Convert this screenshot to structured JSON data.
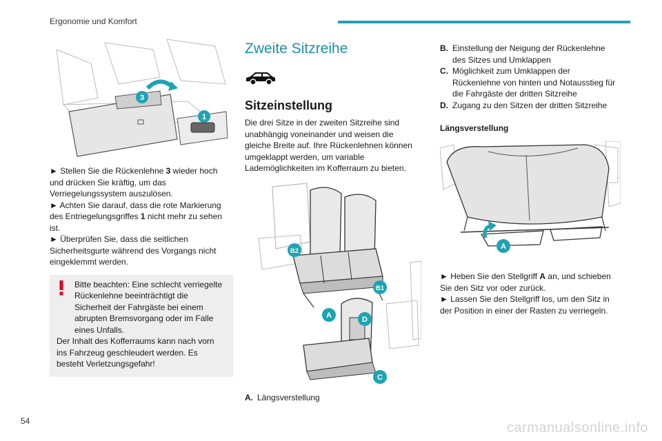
{
  "header": {
    "section": "Ergonomie und Komfort"
  },
  "page_number": "54",
  "watermark": "carmanualsonline.info",
  "left": {
    "figure_callouts": {
      "c3": "3",
      "c1": "1"
    },
    "steps": [
      {
        "prefix": "► Stellen Sie die Rückenlehne ",
        "bold": "3",
        "suffix": " wieder hoch und drücken Sie kräftig, um das Verriegelungssystem auszulösen."
      },
      {
        "prefix": "► Achten Sie darauf, dass die rote Markierung des Entriegelungsgriffes ",
        "bold": "1",
        "suffix": " nicht mehr zu sehen ist."
      },
      {
        "prefix": "► Überprüfen Sie, dass die seitlichen Sicherheitsgurte während des Vorgangs nicht eingeklemmt werden.",
        "bold": "",
        "suffix": ""
      }
    ],
    "warning": {
      "line1": "Bitte beachten: Eine schlecht verriegelte Rückenlehne beeinträchtigt die Sicherheit der Fahrgäste bei einem abrupten Bremsvorgang oder im Falle eines Unfalls.",
      "line2": "Der Inhalt des Kofferraums kann nach vorn ins Fahrzeug geschleudert werden. Es besteht Verletzungsgefahr!"
    }
  },
  "middle": {
    "section_title": "Zweite Sitzreihe",
    "sub_title": "Sitzeinstellung",
    "intro": "Die drei Sitze in der zweiten Sitzreihe sind unabhängig voneinander und weisen die gleiche Breite auf. Ihre Rückenlehnen können umgeklappt werden, um variable Lademöglichkeiten im Kofferraum zu bieten.",
    "figure_callouts": {
      "b2": "B2",
      "b1": "B1",
      "a": "A",
      "d": "D",
      "c": "C"
    },
    "legend_a": {
      "key": "A.",
      "text": "Längsverstellung"
    }
  },
  "right": {
    "legend": [
      {
        "key": "B.",
        "text": "Einstellung der Neigung der Rückenlehne des Sitzes und Umklappen"
      },
      {
        "key": "C.",
        "text": "Möglichkeit zum Umklappen der Rückenlehne von hinten und Notausstieg für die Fahrgäste der dritten Sitzreihe"
      },
      {
        "key": "D.",
        "text": "Zugang zu den Sitzen der dritten Sitzreihe"
      }
    ],
    "sub_head": "Längsverstellung",
    "figure_callouts": {
      "a": "A"
    },
    "steps": [
      {
        "prefix": "► Heben Sie den Stellgriff ",
        "bold": "A",
        "suffix": " an, und schieben Sie den Sitz vor oder zurück."
      },
      {
        "prefix": "► Lassen Sie den Stellgriff los, um den Sitz in der Position in einer der Rasten zu verriegeln.",
        "bold": "",
        "suffix": ""
      }
    ]
  },
  "colors": {
    "accent": "#1fa3b2",
    "heading": "#1e8fa0",
    "warning": "#e2001a",
    "box": "#eeeeee"
  }
}
